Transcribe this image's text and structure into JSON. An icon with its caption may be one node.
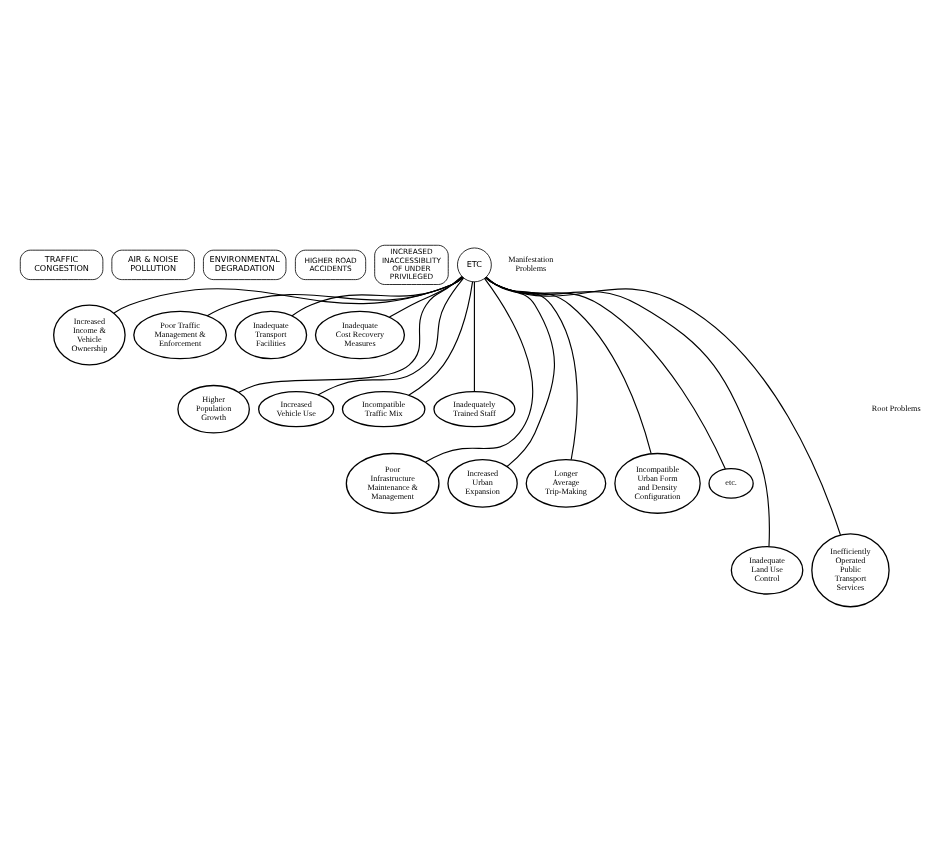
{
  "diagram": {
    "nodes": [
      {
        "text": [
          "TRAFFIC CONGESTION"
        ]
      },
      {
        "text": [
          "AIR & NOISE POLLUTION"
        ]
      },
      {
        "text": [
          "ENVIRONMENTAL DEGRADATION"
        ]
      },
      {
        "text": [
          "HIGHER ROAD ACCIDENTS"
        ]
      },
      {
        "text": [
          "INCREASED INACCESSIBLITY OF UNDER PRIVILEGED"
        ]
      },
      {
        "text": [
          "ETC"
        ]
      },
      {
        "text": [
          "Increased Income & Vehicle Ownership"
        ]
      },
      {
        "text": [
          "Poor Traffic Management & Enforcement"
        ]
      },
      {
        "text": [
          "Inadequate Transport Facilities"
        ]
      },
      {
        "text": [
          "Inadequate Cost Recovery Measures"
        ]
      },
      {
        "text": [
          "Higher Population Growth"
        ]
      },
      {
        "text": [
          "Increased Vehicle Use"
        ]
      },
      {
        "text": [
          "Incompatible Traffic Mix"
        ]
      },
      {
        "text": [
          "Inadequately Trained Staff"
        ]
      },
      {
        "text": [
          "Poor Infrastructure Maintenance & Management"
        ]
      },
      {
        "text": [
          "Increased Urban Expansion"
        ]
      },
      {
        "text": [
          "Longer Average Trip-Making"
        ]
      },
      {
        "text": [
          "Incompatible Urban Form and Density Configuration"
        ]
      },
      {
        "text": [
          "etc."
        ]
      },
      {
        "text": [
          "Inadequate Land Use Control"
        ]
      },
      {
        "text": [
          "Inefficiently Operated Public Transport Services"
        ]
      }
    ],
    "edges": [
      {
        "from": 5,
        "to": 6,
        "arrow": "none"
      },
      {
        "from": 5,
        "to": 7,
        "arrow": "none"
      },
      {
        "from": 5,
        "to": 8,
        "arrow": "none"
      },
      {
        "from": 5,
        "to": 9,
        "arrow": "none"
      },
      {
        "from": 5,
        "to": 10,
        "arrow": "none"
      },
      {
        "from": 5,
        "to": 11,
        "arrow": "none"
      },
      {
        "from": 5,
        "to": 12,
        "arrow": "none"
      },
      {
        "from": 5,
        "to": 13,
        "arrow": "none"
      },
      {
        "from": 5,
        "to": 14,
        "arrow": "none"
      },
      {
        "from": 5,
        "to": 15,
        "arrow": "none"
      },
      {
        "from": 5,
        "to": 16,
        "arrow": "none"
      },
      {
        "from": 5,
        "to": 17,
        "arrow": "none"
      },
      {
        "from": 5,
        "to": 18,
        "arrow": "none"
      },
      {
        "from": 5,
        "to": 19,
        "arrow": "none"
      },
      {
        "from": 5,
        "to": 20,
        "arrow": "none"
      }
    ],
    "labels": [
      "Manifestation Problems",
      "Root Problems"
    ]
  }
}
